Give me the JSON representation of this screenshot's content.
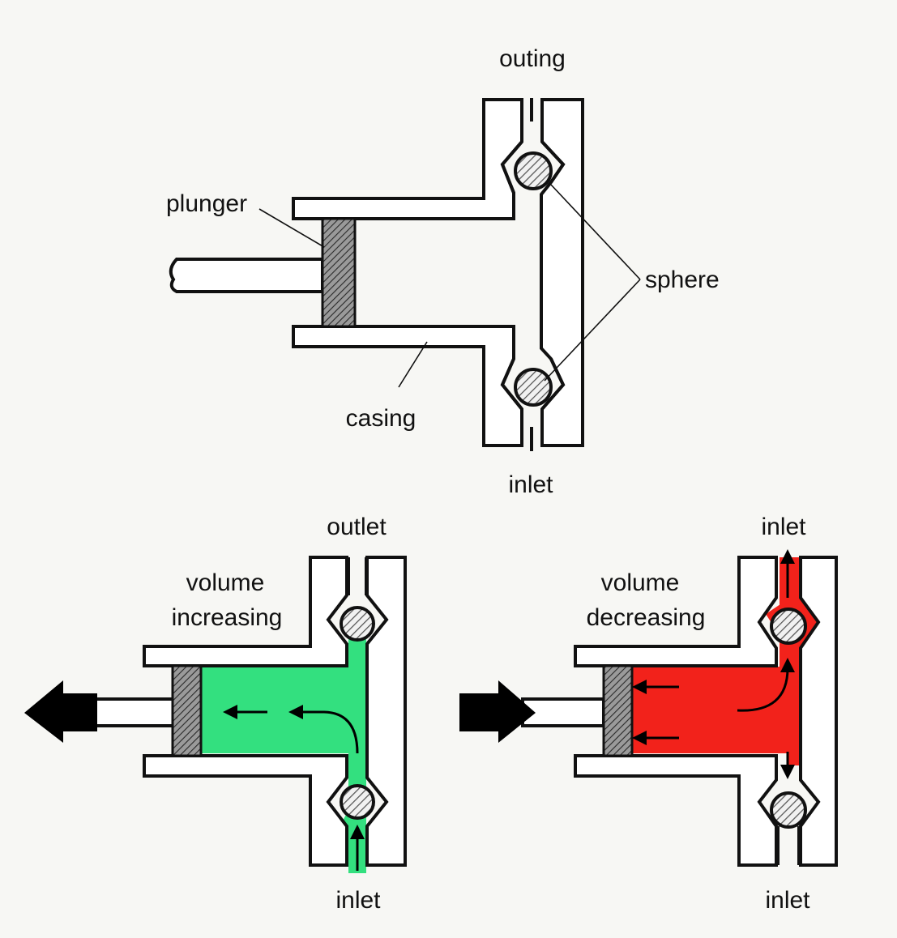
{
  "top_diagram": {
    "labels": {
      "outing": "outing",
      "plunger": "plunger",
      "sphere": "sphere",
      "casing": "casing",
      "inlet": "inlet"
    }
  },
  "left_diagram": {
    "labels": {
      "outlet": "outlet",
      "volume_line1": "volume",
      "volume_line2": "increasing",
      "inlet": "inlet"
    },
    "fluid_color": "#33e07f"
  },
  "right_diagram": {
    "labels": {
      "inlet_top": "inlet",
      "volume_line1": "volume",
      "volume_line2": "decreasing",
      "inlet_bottom": "inlet"
    },
    "fluid_color": "#f2221b"
  }
}
